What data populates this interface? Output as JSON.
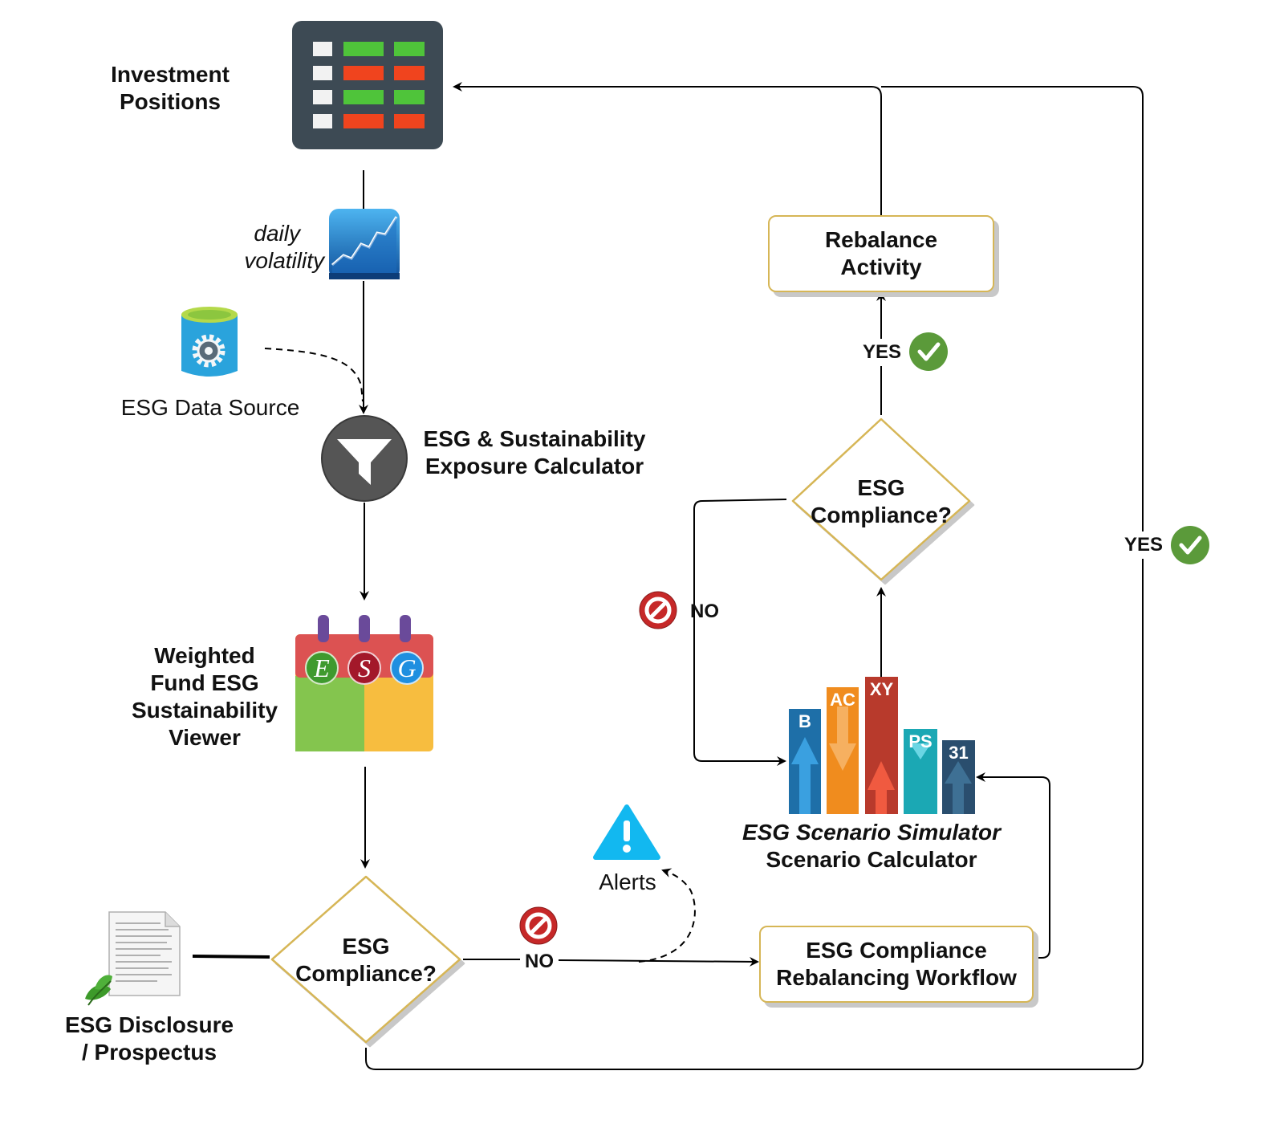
{
  "nodes": {
    "investment_positions": {
      "label_line1": "Investment",
      "label_line2": "Positions"
    },
    "daily_volatility": {
      "label_line1": "daily",
      "label_line2": "volatility"
    },
    "esg_data_source": {
      "label": "ESG Data Source"
    },
    "exposure_calculator": {
      "label_line1": "ESG & Sustainability",
      "label_line2": "Exposure Calculator"
    },
    "fund_viewer": {
      "label_line1": "Weighted",
      "label_line2": "Fund ESG",
      "label_line3": "Sustainability",
      "label_line4": "Viewer",
      "letters": [
        "E",
        "S",
        "G"
      ]
    },
    "compliance_bottom": {
      "label_line1": "ESG",
      "label_line2": "Compliance?"
    },
    "esg_disclosure": {
      "label_line1": "ESG Disclosure",
      "label_line2": "/ Prospectus"
    },
    "alerts": {
      "label": "Alerts"
    },
    "rebalancing_workflow": {
      "label_line1": "ESG Compliance",
      "label_line2": "Rebalancing Workflow"
    },
    "scenario_simulator": {
      "label_line1": "ESG Scenario Simulator",
      "label_line2": "Scenario Calculator",
      "bars": [
        "B",
        "AC",
        "XY",
        "PS",
        "31"
      ]
    },
    "compliance_top": {
      "label_line1": "ESG",
      "label_line2": "Compliance?"
    },
    "rebalance_activity": {
      "label_line1": "Rebalance",
      "label_line2": "Activity"
    }
  },
  "edges": {
    "yes_top": "YES",
    "yes_right": "YES",
    "no_left": "NO",
    "no_bottom": "NO"
  },
  "colors": {
    "box_border": "#d6b656",
    "shadow": "#c8c8c8",
    "check_green": "#5b9a3a",
    "stop_red": "#c62828",
    "alert_blue": "#1ab6f0"
  }
}
